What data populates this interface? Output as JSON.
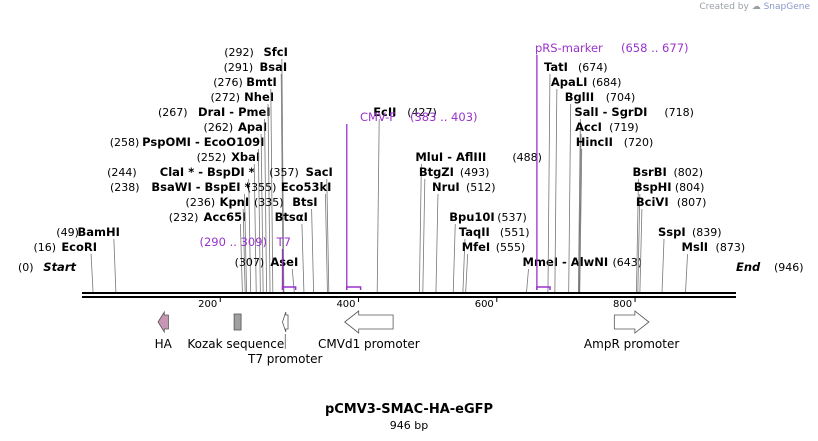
{
  "credit": {
    "prefix": "Created by",
    "brand": "SnapGene"
  },
  "title": "pCMV3-SMAC-HA-eGFP",
  "subtitle": "946 bp",
  "sequence_length": 946,
  "scale_ticks": [
    {
      "label": "200",
      "pos": 200
    },
    {
      "label": "400",
      "pos": 400
    },
    {
      "label": "600",
      "pos": 600
    },
    {
      "label": "800",
      "pos": 800
    }
  ],
  "ends": {
    "start": "Start",
    "start_pos": "(0)",
    "end": "End",
    "end_pos": "(946)"
  },
  "sites": [
    {
      "items": [
        "EcoRI"
      ],
      "pos": 16,
      "pos_label": "(16)",
      "side": "L",
      "row": 1
    },
    {
      "items": [
        "BamHI"
      ],
      "pos": 49,
      "pos_label": "(49)",
      "side": "L",
      "row": 2
    },
    {
      "items": [
        "Acc65I"
      ],
      "pos": 232,
      "pos_label": "(232)",
      "side": "L",
      "row": 3
    },
    {
      "items": [
        "KpnI"
      ],
      "pos": 236,
      "pos_label": "(236)",
      "side": "L",
      "row": 4
    },
    {
      "items": [
        "BsaWI",
        "BspEI *"
      ],
      "pos": 238,
      "pos_label": "(238)",
      "side": "L",
      "row": 5
    },
    {
      "items": [
        "ClaI *",
        "BspDI *"
      ],
      "pos": 244,
      "pos_label": "(244)",
      "side": "L",
      "row": 6
    },
    {
      "items": [
        "XbaI"
      ],
      "pos": 252,
      "pos_label": "(252)",
      "side": "L",
      "row": 7
    },
    {
      "items": [
        "PspOMI",
        "EcoO109I"
      ],
      "pos": 258,
      "pos_label": "(258)",
      "side": "L",
      "row": 8
    },
    {
      "items": [
        "ApaI"
      ],
      "pos": 262,
      "pos_label": "(262)",
      "side": "L",
      "row": 9
    },
    {
      "items": [
        "DraI",
        "PmeI"
      ],
      "pos": 267,
      "pos_label": "(267)",
      "side": "L",
      "row": 10
    },
    {
      "items": [
        "NheI"
      ],
      "pos": 272,
      "pos_label": "(272)",
      "side": "L",
      "row": 11
    },
    {
      "items": [
        "BmtI"
      ],
      "pos": 276,
      "pos_label": "(276)",
      "side": "L",
      "row": 12
    },
    {
      "items": [
        "BsaI"
      ],
      "pos": 291,
      "pos_label": "(291)",
      "side": "L",
      "row": 13
    },
    {
      "items": [
        "SfcI"
      ],
      "pos": 292,
      "pos_label": "(292)",
      "side": "L",
      "row": 14
    },
    {
      "items": [
        "AseI"
      ],
      "pos": 307,
      "pos_label": "(307)",
      "side": "L",
      "row": 0
    },
    {
      "items": [
        "BtsαI"
      ],
      "pos": 321,
      "pos_label": "",
      "side": "L",
      "row": 3
    },
    {
      "items": [
        "BtsI"
      ],
      "pos": 335,
      "pos_label": "(335)",
      "side": "L",
      "row": 4
    },
    {
      "items": [
        "Eco53kI"
      ],
      "pos": 355,
      "pos_label": "(355)",
      "side": "L",
      "row": 5
    },
    {
      "items": [
        "SacI"
      ],
      "pos": 357,
      "pos_label": "(357)",
      "side": "L",
      "row": 6
    },
    {
      "items": [
        "EcII"
      ],
      "pos": 427,
      "pos_label": "(427)",
      "side": "R",
      "row": 10
    },
    {
      "items": [
        "MluI",
        "AflIII"
      ],
      "pos": 488,
      "pos_label": "(488)",
      "side": "R",
      "row": 7
    },
    {
      "items": [
        "BtgZI"
      ],
      "pos": 493,
      "pos_label": "(493)",
      "side": "R",
      "row": 6
    },
    {
      "items": [
        "NruI"
      ],
      "pos": 512,
      "pos_label": "(512)",
      "side": "R",
      "row": 5
    },
    {
      "items": [
        "Bpu10I"
      ],
      "pos": 537,
      "pos_label": "(537)",
      "side": "R",
      "row": 3
    },
    {
      "items": [
        "TaqII"
      ],
      "pos": 551,
      "pos_label": "(551)",
      "side": "R",
      "row": 2
    },
    {
      "items": [
        "MfeI"
      ],
      "pos": 555,
      "pos_label": "(555)",
      "side": "R",
      "row": 1
    },
    {
      "items": [
        "MmeI",
        "AlwNI"
      ],
      "pos": 643,
      "pos_label": "(643)",
      "side": "R",
      "row": 0
    },
    {
      "items": [
        "TatI"
      ],
      "pos": 674,
      "pos_label": "(674)",
      "side": "R",
      "row": 13
    },
    {
      "items": [
        "ApaLI"
      ],
      "pos": 684,
      "pos_label": "(684)",
      "side": "R",
      "row": 12
    },
    {
      "items": [
        "BglII"
      ],
      "pos": 704,
      "pos_label": "(704)",
      "side": "R",
      "row": 11
    },
    {
      "items": [
        "SalI",
        "SgrDI"
      ],
      "pos": 718,
      "pos_label": "(718)",
      "side": "R",
      "row": 10
    },
    {
      "items": [
        "AccI"
      ],
      "pos": 719,
      "pos_label": "(719)",
      "side": "R",
      "row": 9
    },
    {
      "items": [
        "HincII"
      ],
      "pos": 720,
      "pos_label": "(720)",
      "side": "R",
      "row": 8
    },
    {
      "items": [
        "BsrBI"
      ],
      "pos": 802,
      "pos_label": "(802)",
      "side": "R",
      "row": 6
    },
    {
      "items": [
        "BspHI"
      ],
      "pos": 804,
      "pos_label": "(804)",
      "side": "R",
      "row": 5
    },
    {
      "items": [
        "BciVI"
      ],
      "pos": 807,
      "pos_label": "(807)",
      "side": "R",
      "row": 4
    },
    {
      "items": [
        "SspI"
      ],
      "pos": 839,
      "pos_label": "(839)",
      "side": "R",
      "row": 2
    },
    {
      "items": [
        "MslI"
      ],
      "pos": 873,
      "pos_label": "(873)",
      "side": "R",
      "row": 1
    }
  ],
  "primers": [
    {
      "name": "CMV-F",
      "range": "(383 .. 403)",
      "start": 383,
      "end": 403
    },
    {
      "name": "T7",
      "range": "(290 .. 309)",
      "start": 290,
      "end": 309
    },
    {
      "name": "pRS-marker",
      "range": "(658 .. 677)",
      "start": 658,
      "end": 677
    }
  ],
  "features": [
    {
      "name": "HA",
      "shape": "arrow-left",
      "start": 110,
      "end": 125,
      "color": "#c896b4"
    },
    {
      "name": "Kozak sequence",
      "shape": "box",
      "start": 220,
      "end": 225,
      "color": "#a0a0a0"
    },
    {
      "name": "T7 promoter",
      "shape": "arrow-left",
      "start": 290,
      "end": 298,
      "color": "#ffffff"
    },
    {
      "name": "CMVd1 promoter",
      "shape": "arrow-left",
      "start": 380,
      "end": 450,
      "color": "#ffffff"
    },
    {
      "name": "AmpR promoter",
      "shape": "arrow-right",
      "start": 770,
      "end": 820,
      "color": "#ffffff"
    }
  ],
  "colors": {
    "primer": "#9933cc",
    "line": "#000000"
  }
}
